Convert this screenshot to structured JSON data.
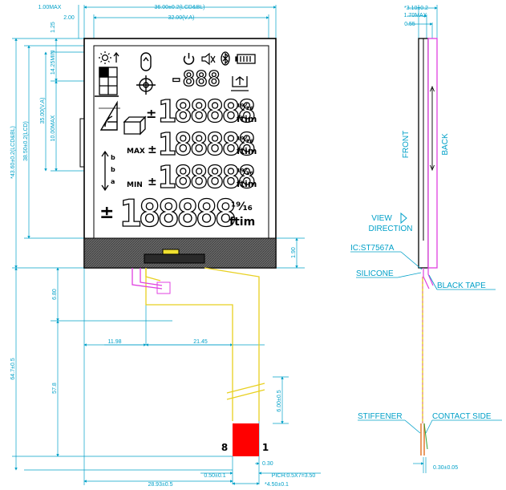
{
  "colors": {
    "dimension": "#00a0c8",
    "fpc": "#f0e030",
    "fpc_side": "#e040e0",
    "contact_pad": "#ff0000",
    "seal_band": "#707070"
  },
  "front_view": {
    "dims": {
      "d1": "1.00MAX",
      "d2": "36.00±0.2(LCD&BL)",
      "d3": "2.00",
      "d4": "32.00(V.A)",
      "d5": "1.25",
      "d6": "14.25MIN",
      "d7": "38.50±0.2(LCD)",
      "d8": "35.00(V.A)",
      "d9": "10.00MAX",
      "d10": "*43.60±0.2(LCD&BL)",
      "d11": "1.90",
      "d12": "6.80",
      "d13": "11.98",
      "d14": "21.45",
      "d15": "57.8",
      "d16": "64.7±0.5",
      "d17": "6.00±0.5",
      "d18": "0.30",
      "d19": "0.50±0.1",
      "d20": "PICH:0.5X7=3.50",
      "d21": "28.93±0.5",
      "d22": "*4.50±0.1"
    },
    "lcd_text": {
      "max": "MAX",
      "min": "MIN",
      "ftim": "ftim",
      "frac": "¹⁹⁄₁₆",
      "digits_big": "188888",
      "digits_top": "-888",
      "sub_b": "b",
      "sub_a": "a",
      "plus_minus": "±"
    },
    "pin_left": "8",
    "pin_right": "1"
  },
  "side_view": {
    "dims": {
      "s1": "*3.10±0.2",
      "s2": "1.70MAX",
      "s3": "0.55",
      "s4": "0.30±0.05"
    },
    "labels": {
      "front": "FRONT",
      "back": "BACK",
      "view": "VIEW",
      "direction": "DIRECTION",
      "ic": "IC:ST7567A",
      "silicone": "SILICONE",
      "black_tape": "BLACK TAPE",
      "stiffener": "STIFFENER",
      "contact_side": "CONTACT SIDE"
    }
  }
}
